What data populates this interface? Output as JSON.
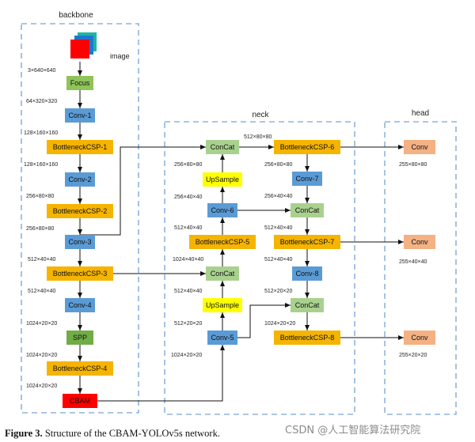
{
  "sections": {
    "backbone": "backbone",
    "neck": "neck",
    "head": "head",
    "image_label": "image"
  },
  "nodes": {
    "focus": "Focus",
    "conv1": "Conv-1",
    "bcsp1": "BottleneckCSP-1",
    "conv2": "Conv-2",
    "bcsp2": "BottleneckCSP-2",
    "conv3": "Conv-3",
    "bcsp3": "BottleneckCSP-3",
    "conv4": "Conv-4",
    "spp": "SPP",
    "bcsp4": "BottleneckCSP-4",
    "cbam": "CBAM",
    "concat1": "ConCat",
    "upsample1": "UpSample",
    "conv6": "Conv-6",
    "bcsp5": "BottleneckCSP-5",
    "concat2": "ConCat",
    "upsample2": "UpSample",
    "conv5": "Conv-5",
    "bcsp6": "BottleneckCSP-6",
    "conv7": "Conv-7",
    "concat3": "ConCat",
    "bcsp7": "BottleneckCSP-7",
    "conv8": "Conv-8",
    "concat4": "ConCat",
    "bcsp8": "BottleneckCSP-8",
    "head1": "Conv",
    "head2": "Conv",
    "head3": "Conv"
  },
  "dims": {
    "d_img": "3×640×640",
    "d_focus": "64×320×320",
    "d_conv1": "128×160×160",
    "d_bcsp1": "128×160×160",
    "d_conv2": "256×80×80",
    "d_bcsp2": "256×80×80",
    "d_conv3": "512×40×40",
    "d_bcsp3": "512×40×40",
    "d_conv4": "1024×20×20",
    "d_spp": "1024×20×20",
    "d_bcsp4": "1024×20×20",
    "d_concat1": "256×80×80",
    "d_upsample1": "256×40×40",
    "d_conv6": "512×40×40",
    "d_bcsp5": "1024×40×40",
    "d_concat2": "512×40×40",
    "d_upsample2": "512×20×20",
    "d_conv5": "1024×20×20",
    "d_bcsp6_top": "512×80×80",
    "d_bcsp6": "256×80×80",
    "d_conv7": "256×40×40",
    "d_concat3": "512×40×40",
    "d_bcsp7": "512×40×40",
    "d_conv8": "512×20×20",
    "d_concat4": "1024×20×20",
    "d_head1": "255×80×80",
    "d_head2": "255×40×40",
    "d_head3": "255×20×20"
  },
  "caption": {
    "label": "Figure 3.",
    "text": " Structure of the CBAM-YOLOv5s network."
  },
  "watermark": "CSDN @人工智能算法研究院",
  "colors": {
    "blue": "#5b9bd5",
    "green": "#8fc45a",
    "light_green": "#a9d18e",
    "orange": "#f5b400",
    "yellow": "#ffff00",
    "red": "#ff0000",
    "salmon": "#f4b183",
    "spp_green": "#70ad47"
  }
}
